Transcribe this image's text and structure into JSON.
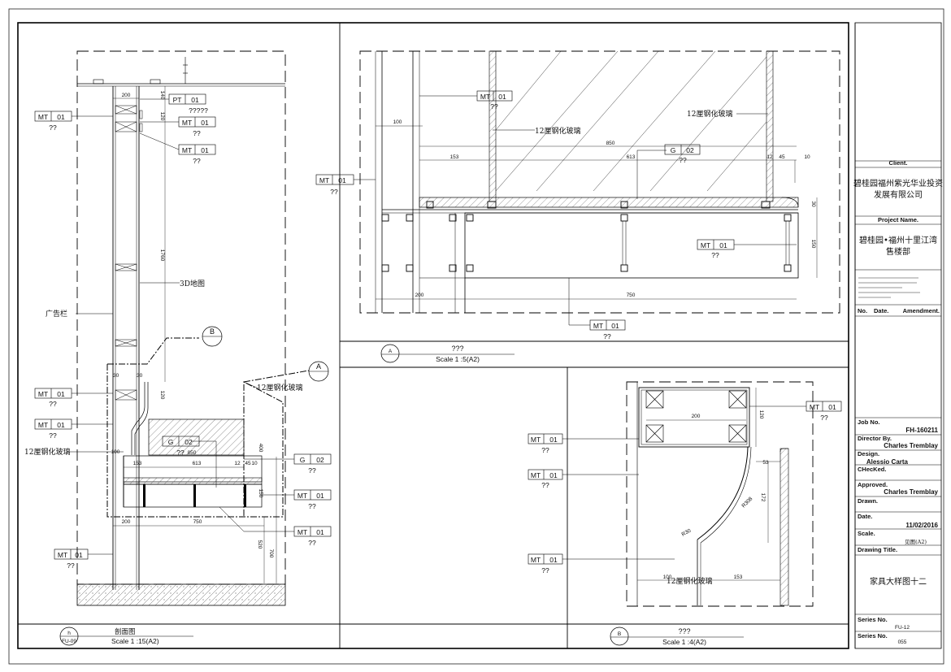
{
  "title_block": {
    "client_label": "Client.",
    "client_name_line1": "碧桂园福州紫光华业投资",
    "client_name_line2": "发展有限公司",
    "project_label": "Project Name.",
    "project_name_line1": "碧桂园•福州十里江湾",
    "project_name_line2": "售楼部",
    "amend_no": "No.",
    "amend_date": "Date.",
    "amend_amendment": "Amendment.",
    "job_no_label": "Job No.",
    "job_no": "FH-160211",
    "director_label": "Director By.",
    "director": "Charles Tremblay",
    "design_label": "Design.",
    "design": "Alessio Carta",
    "checked_label": "CHecKed.",
    "approved_label": "Approved.",
    "approved": "Charles Tremblay",
    "drawn_label": "Drawn.",
    "date_label": "Date.",
    "date": "11/02/2016",
    "scale_label": "Scale.",
    "scale": "见图(A2)",
    "drawing_title_label": "Drawing Title.",
    "drawing_title": "家具大样图十二",
    "series_label": "Series No.",
    "series": "FU-12",
    "series2_label": "Series No.",
    "series2": "055"
  },
  "views": {
    "section": {
      "title": "剖面图",
      "scale": "Scale 1 :15(A2)",
      "bubble_top": "h",
      "bubble_bottom": "FU-09"
    },
    "detail_a": {
      "title": "???",
      "scale": "Scale 1 :5(A2)",
      "bubble": "A"
    },
    "detail_b": {
      "title": "???",
      "scale": "Scale 1 :4(A2)",
      "bubble": "B"
    }
  },
  "tags": {
    "mt": "MT",
    "pt": "PT",
    "g": "G",
    "n01": "01",
    "n02": "02",
    "q2": "??",
    "q5": "?????"
  },
  "notes": {
    "glass": "12厘钢化玻璃",
    "map3d": "3D地图",
    "ad_bar": "广告栏",
    "callout_b": "B",
    "callout_a": "A"
  },
  "dims": {
    "d200": "200",
    "d140": "140",
    "d120": "120",
    "d1760": "1760",
    "d30": "30",
    "d100": "100",
    "d850": "850",
    "d153": "153",
    "d613": "613",
    "d12": "12",
    "d45": "45",
    "d10": "10",
    "d400": "400",
    "d150": "150",
    "d750": "750",
    "d520": "520",
    "d700": "700",
    "d53": "53",
    "d172": "172",
    "r308": "R308",
    "r30": "R30"
  }
}
